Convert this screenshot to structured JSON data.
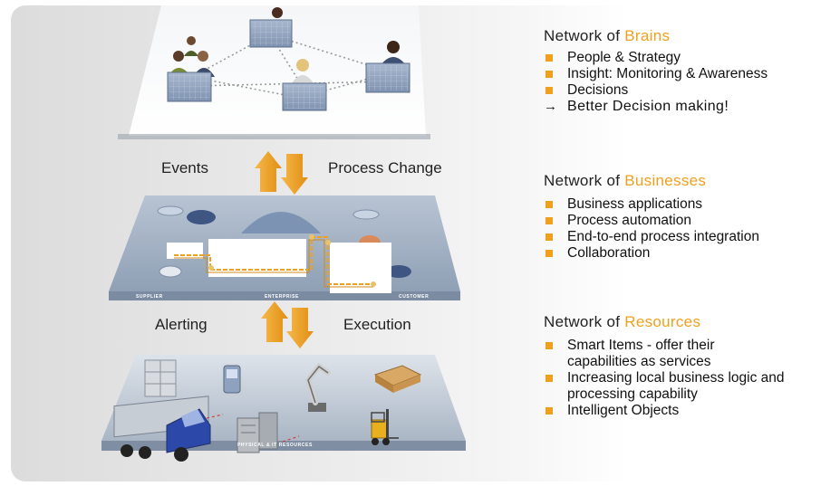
{
  "diagram": {
    "flows": {
      "upper_left": "Events",
      "upper_right": "Process Change",
      "lower_left": "Alerting",
      "lower_right": "Execution"
    },
    "tiers": {
      "middle": {
        "captions": [
          "SUPPLIER",
          "ENTERPRISE",
          "CUSTOMER"
        ]
      },
      "bottom": {
        "caption": "PHYSICAL & IT RESOURCES"
      }
    },
    "colors": {
      "accent": "#f0a01e",
      "arrow": "#f5a623",
      "text": "#222222"
    }
  },
  "sections": [
    {
      "heading_prefix": "Network of ",
      "heading_accent": "Brains",
      "bullets": [
        "People & Strategy",
        "Insight: Monitoring & Awareness",
        "Decisions"
      ],
      "conclusion": "Better Decision making!",
      "conclusion_icon": "right-arrow-icon"
    },
    {
      "heading_prefix": "Network of ",
      "heading_accent": "Businesses",
      "bullets": [
        "Business applications",
        "Process automation",
        "End-to-end process integration",
        "Collaboration"
      ]
    },
    {
      "heading_prefix": "Network of ",
      "heading_accent": "Resources",
      "bullets": [
        "Smart Items - offer their capabilities as services",
        "Increasing local business logic and processing capability",
        "Intelligent Objects"
      ]
    }
  ]
}
